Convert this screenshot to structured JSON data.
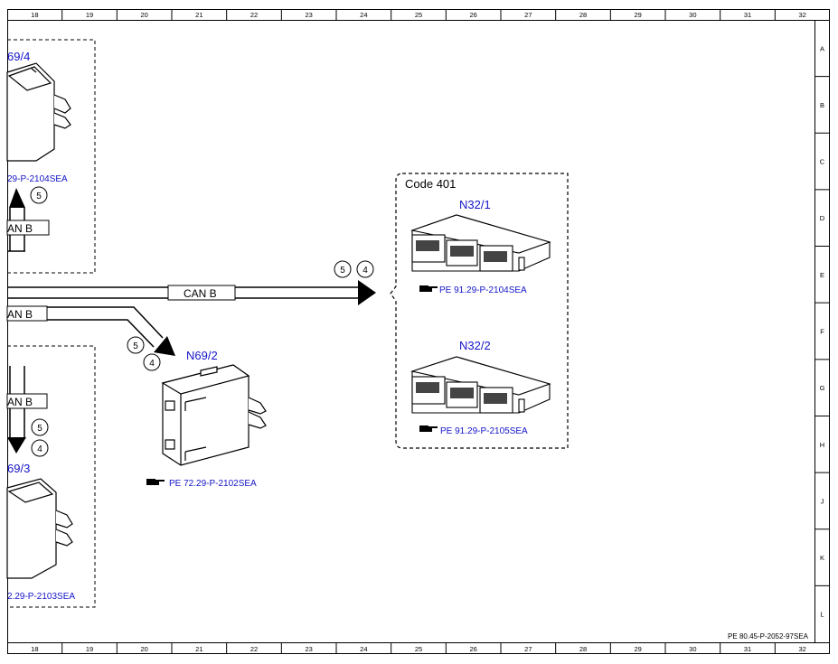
{
  "grid": {
    "columns": [
      "18",
      "19",
      "20",
      "21",
      "22",
      "23",
      "24",
      "25",
      "26",
      "27",
      "28",
      "29",
      "30",
      "31",
      "32"
    ],
    "rows": [
      "A",
      "B",
      "C",
      "D",
      "E",
      "F",
      "G",
      "H",
      "J",
      "K",
      "L"
    ]
  },
  "doc_id": "PE 80.45-P-2052-97SEA",
  "modules": {
    "n69_4": {
      "label": "69/4",
      "ref": "29-P-2104SEA"
    },
    "n69_3": {
      "label": "69/3",
      "ref": "2.29-P-2103SEA"
    },
    "n69_2": {
      "label": "N69/2",
      "ref": "PE 72.29-P-2102SEA"
    },
    "n32_1": {
      "label": "N32/1",
      "ref": "PE 91.29-P-2104SEA"
    },
    "n32_2": {
      "label": "N32/2",
      "ref": "PE 91.29-P-2105SEA"
    }
  },
  "code_box": {
    "label": "Code 401"
  },
  "bus": {
    "main_label": "CAN B",
    "top_left_label": "AN B",
    "mid_left_label": "AN B",
    "low_left_label": "AN B"
  },
  "pins": {
    "top_left_up": "5",
    "right_a": "5",
    "right_b": "4",
    "n69_2_a": "5",
    "n69_2_b": "4",
    "low_left_a": "5",
    "low_left_b": "4"
  },
  "icons": {
    "reference": "pointing-hand-icon"
  },
  "colors": {
    "ref_text": "#1414c8",
    "line": "#000000"
  }
}
